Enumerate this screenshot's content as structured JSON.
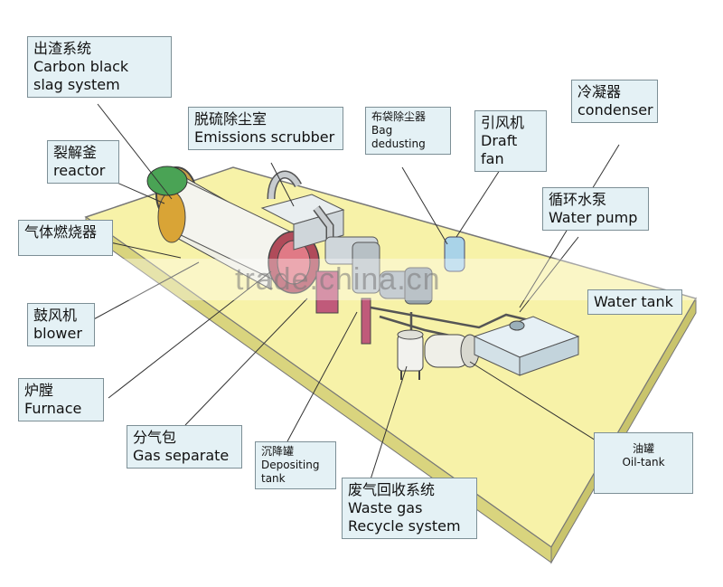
{
  "watermark": "trade.china.cn",
  "labels": {
    "carbon_black": {
      "cn": "出渣系统",
      "en1": "Carbon black",
      "en2": "slag system"
    },
    "reactor": {
      "cn": "裂解釜",
      "en": "reactor"
    },
    "gas_burner": {
      "cn": "气体燃烧器"
    },
    "blower": {
      "cn": "鼓风机",
      "en": "blower"
    },
    "furnace": {
      "cn": "炉膛",
      "en": "Furnace"
    },
    "gas_separate": {
      "cn": "分气包",
      "en": "Gas separate"
    },
    "depositing_tank": {
      "cn": "沉降罐",
      "en1": "Depositing",
      "en2": "tank"
    },
    "waste_gas": {
      "cn": "废气回收系统",
      "en1": "Waste gas",
      "en2": "Recycle system"
    },
    "emissions_scrubber": {
      "cn": "脱硫除尘室",
      "en": "Emissions scrubber"
    },
    "bag_dedusting": {
      "cn": "布袋除尘器",
      "en1": "Bag",
      "en2": "dedusting"
    },
    "draft_fan": {
      "cn": "引风机",
      "en": "Draft fan"
    },
    "condenser": {
      "cn": "冷凝器",
      "en": "condenser"
    },
    "water_pump": {
      "cn": "循环水泵",
      "en": "Water pump"
    },
    "water_tank": {
      "en": "Water tank"
    },
    "oil_tank": {
      "cn": "油罐",
      "en": "Oil-tank"
    }
  }
}
